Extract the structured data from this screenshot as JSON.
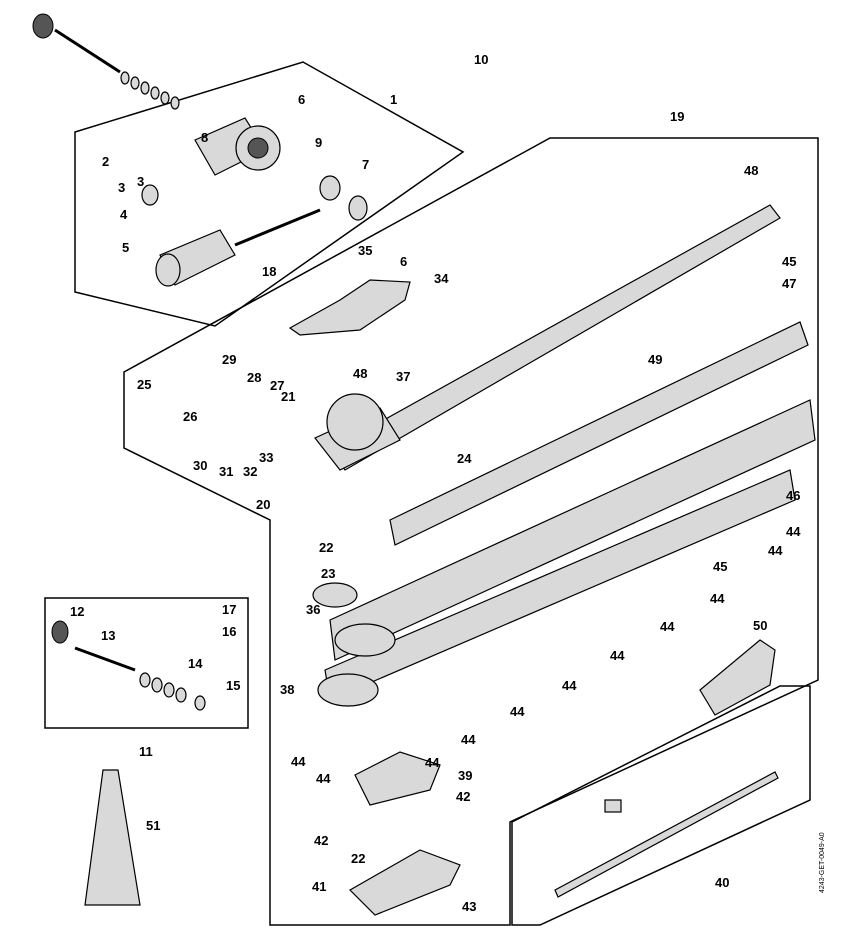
{
  "diagram": {
    "document_code": "4243-GET-0049-A0",
    "part_labels": [
      "10",
      "1",
      "6",
      "8",
      "9",
      "2",
      "3",
      "3",
      "7",
      "4",
      "5",
      "18",
      "19",
      "48",
      "45",
      "47",
      "35",
      "6",
      "34",
      "49",
      "29",
      "25",
      "28",
      "27",
      "48",
      "37",
      "21",
      "26",
      "24",
      "30",
      "31",
      "32",
      "33",
      "20",
      "46",
      "44",
      "22",
      "44",
      "45",
      "23",
      "44",
      "36",
      "50",
      "44",
      "44",
      "12",
      "17",
      "16",
      "13",
      "14",
      "15",
      "44",
      "44",
      "38",
      "11",
      "44",
      "44",
      "44",
      "44",
      "51",
      "39",
      "42",
      "42",
      "22",
      "41",
      "43",
      "40"
    ]
  }
}
